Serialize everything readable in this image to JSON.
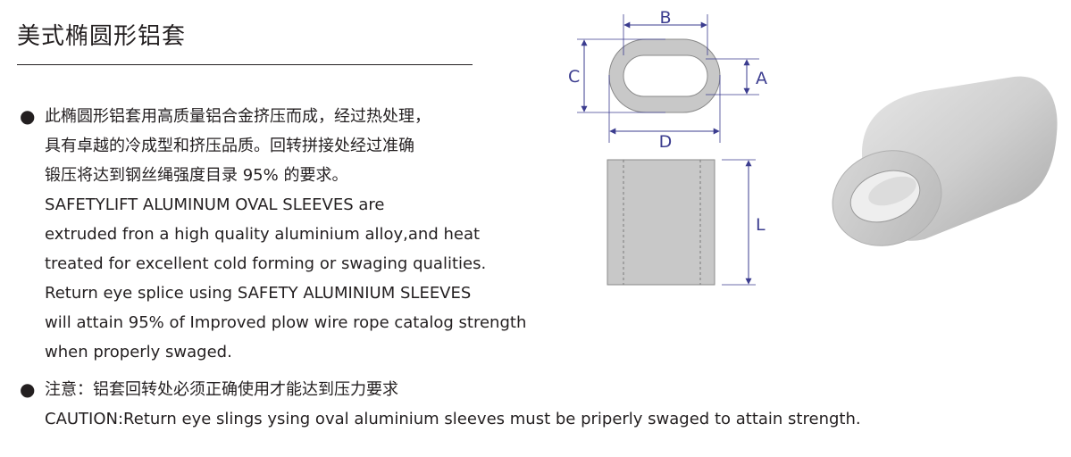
{
  "title": "美式椭圆形铝套",
  "bullet1": {
    "lines": [
      "此椭圆形铝套用高质量铝合金挤压而成，经过热处理，",
      "具有卓越的冷成型和挤压品质。回转拼接处经过准确",
      "锻压将达到钢丝绳强度目录 95% 的要求。",
      "SAFETYLIFT ALUMINUM OVAL SLEEVES are",
      "extruded fron a high quality aluminium alloy,and heat",
      "treated for excellent cold forming or swaging qualities.",
      "Return eye splice using SAFETY ALUMINIUM SLEEVES",
      "will attain 95% of Improved plow wire rope catalog strength",
      "when properly swaged."
    ]
  },
  "bullet2": {
    "lines": [
      "注意：铝套回转处必须正确使用才能达到压力要求",
      "CAUTION:Return eye slings ysing oval aluminium sleeves must be priperly swaged to attain strength."
    ]
  },
  "bullet_symbol": "●",
  "dimensions": {
    "b": "B",
    "a": "A",
    "c": "C",
    "d": "D",
    "l": "L"
  },
  "colors": {
    "dimension": "#3b3c8f",
    "sleeve_fill": "#c8c8c8"
  }
}
